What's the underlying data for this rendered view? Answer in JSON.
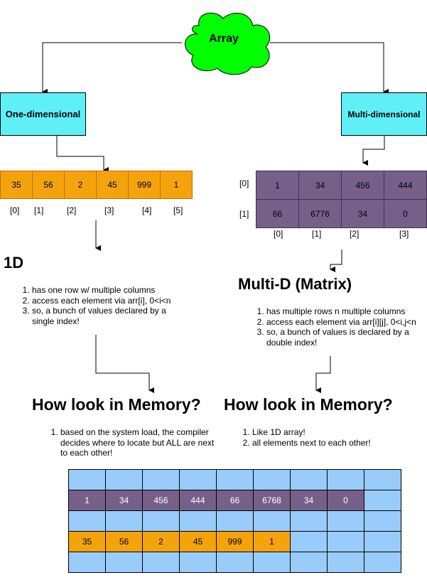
{
  "root": {
    "label": "Array"
  },
  "one_d": {
    "box_label": "One-dimensional",
    "values": [
      "35",
      "56",
      "2",
      "45",
      "999",
      "1"
    ],
    "indices": [
      "[0]",
      "[1]",
      "[2]",
      "[3]",
      "[4]",
      "[5]"
    ],
    "heading": "1D",
    "notes": [
      "has one row w/ multiple columns",
      "access each element via arr[i],  0<i<n",
      "so, a bunch of values declared by a single index!"
    ],
    "memory_heading": "How look in Memory?",
    "memory_notes": [
      "based on the system load, the compiler decides where to locate but ALL are next to each other!"
    ]
  },
  "multi_d": {
    "box_label": "Multi-dimensional",
    "row_indices": [
      "[0]",
      "[1]"
    ],
    "rows": [
      [
        "1",
        "34",
        "456",
        "444"
      ],
      [
        "66",
        "6776",
        "34",
        "0"
      ]
    ],
    "col_indices": [
      "[0]",
      "[1]",
      "[2]",
      "[3]"
    ],
    "heading": "Multi-D (Matrix)",
    "notes": [
      "has multiple rows n multiple columns",
      "access each element via arr[i][j],  0<i,j<n",
      "so, a bunch of values is declared by a double index!"
    ],
    "memory_heading": "How look in Memory?",
    "memory_notes": [
      "Like 1D array!",
      "all elements next to each other!"
    ]
  },
  "memory_grid": {
    "row_purple": [
      "1",
      "34",
      "456",
      "444",
      "66",
      "6768",
      "34",
      "0"
    ],
    "row_orange": [
      "35",
      "56",
      "2",
      "45",
      "999",
      "1"
    ]
  },
  "colors": {
    "cloud": "#00ff00",
    "cyan": "#5ef0f6",
    "orange": "#f5a30c",
    "purple": "#76608a",
    "memory_blue": "#99ccfb"
  }
}
